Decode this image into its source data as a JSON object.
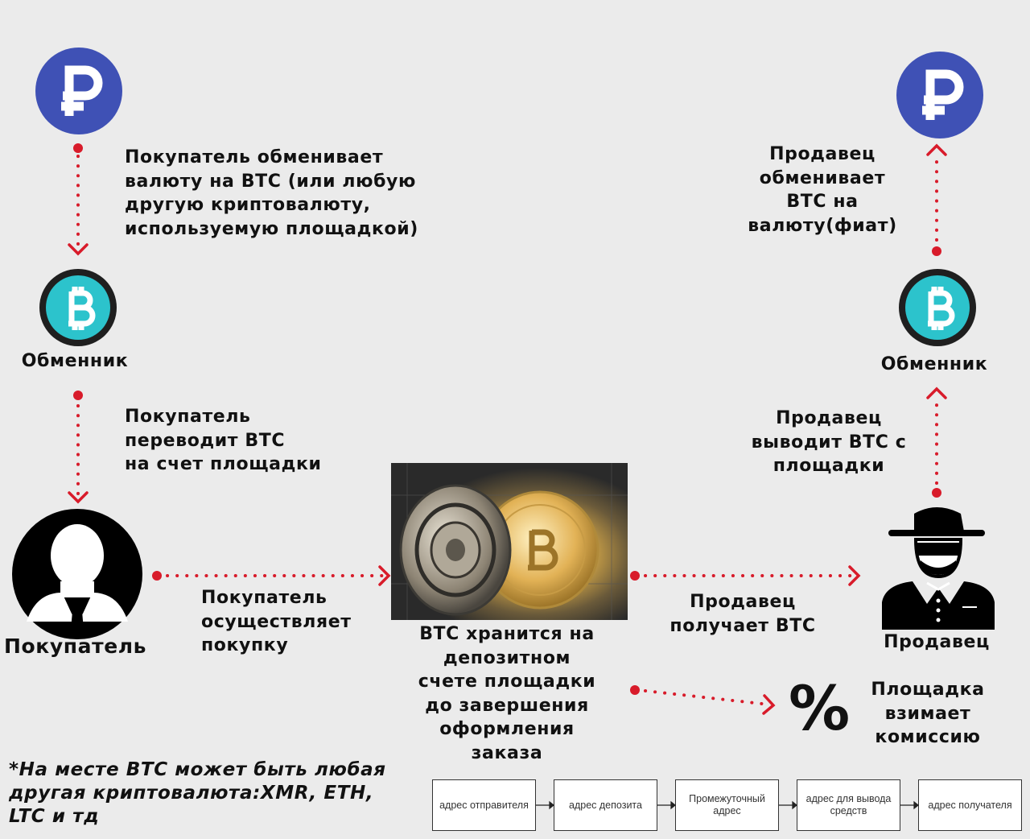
{
  "labels": {
    "buyer_exchange": "Покупатель обменивает\nвалюту на BTC (или любую\nдругую криптовалюту,\nиспользуемую площадкой)",
    "exchanger_left": "Обменник",
    "buyer_transfer": "Покупатель\nпереводит BTC\nна счет площадки",
    "buyer_name": "Покупатель",
    "buyer_purchase": "Покупатель\nосуществляет\nпокупку",
    "escrow": "BTC хранится на\nдепозитном\nсчете площадки\nдо завершения\nоформления\nзаказа",
    "seller_receives": "Продавец\nполучает BTC",
    "seller_name": "Продавец",
    "seller_withdraw": "Продавец\nвыводит BTC с\nплощадки",
    "exchanger_right": "Обменник",
    "seller_exchange": "Продавец\nобменивает\nBTC на\nвалюту(фиат)",
    "platform_fee": "Площадка\nвзимает\nкомиссию",
    "percent_symbol": "%",
    "footnote": "*На месте BTC может быть любая\nдругая криптовалюта:XMR, ETH,\nLTC и тд"
  },
  "flow": [
    {
      "label": "адрес отправителя"
    },
    {
      "label": "адрес депозита"
    },
    {
      "label": "Промежуточный\nадрес"
    },
    {
      "label": "адрес для вывода\nсредств"
    },
    {
      "label": "адрес получателя"
    }
  ],
  "icons": {
    "ruble": "ruble-icon",
    "bitcoin": "bitcoin-icon",
    "buyer": "user-silhouette-icon",
    "seller": "masked-seller-icon",
    "vault": "bitcoin-vault-image"
  },
  "colors": {
    "background": "#ebebeb",
    "ruble_coin": "#3f51b5",
    "bitcoin_coin": "#2cc3cc",
    "arrow": "#d81b2a",
    "text": "#111111"
  }
}
